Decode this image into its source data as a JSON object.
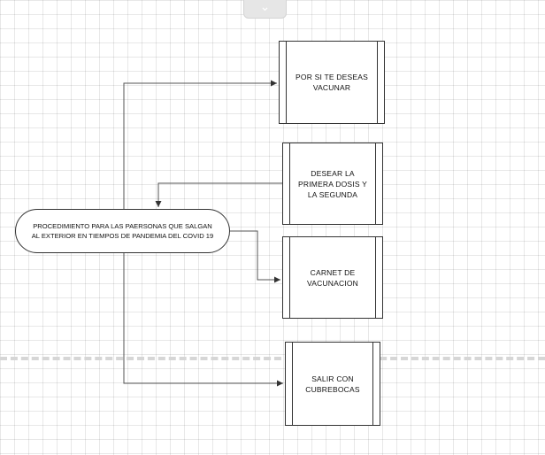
{
  "diagram": {
    "start": {
      "label": "PROCEDIMIENTO PARA LAS PAERSONAS QUE SALGAN AL EXTERIOR EN TIEMPOS DE PANDEMIA DEL COVID 19"
    },
    "steps": [
      {
        "id": "vacunar",
        "label": "POR SI TE DESEAS VACUNAR"
      },
      {
        "id": "dosis",
        "label": "DESEAR LA PRIMERA DOSIS Y LA SEGUNDA"
      },
      {
        "id": "carnet",
        "label": "CARNET DE VACUNACION"
      },
      {
        "id": "cubrebocas",
        "label": "SALIR CON CUBREBOCAS"
      }
    ],
    "connectors": [
      {
        "from": "start",
        "to": "vacunar"
      },
      {
        "from": "dosis",
        "to": "start"
      },
      {
        "from": "start",
        "to": "carnet"
      },
      {
        "from": "start",
        "to": "cubrebocas"
      }
    ]
  },
  "ui": {
    "handle_icon": "chevron-down-icon"
  },
  "colors": {
    "stroke": "#333333",
    "grid": "#e8e8e8",
    "page_break": "#d6d6d6"
  }
}
